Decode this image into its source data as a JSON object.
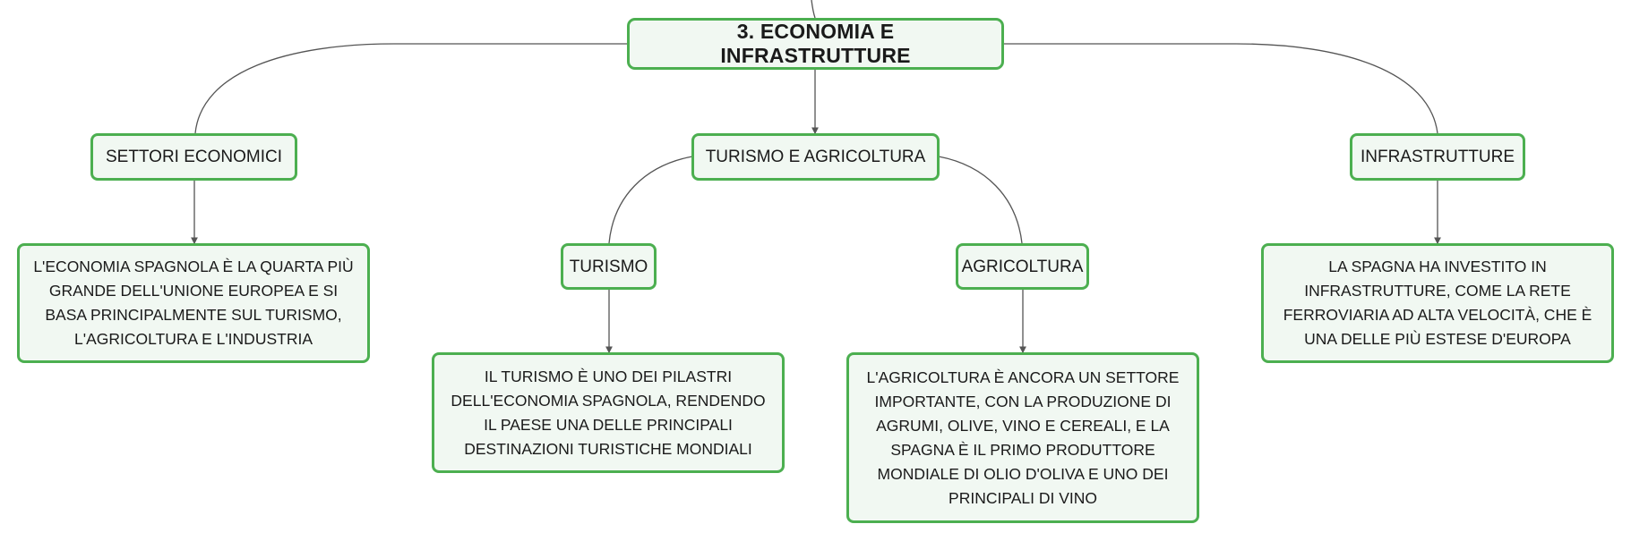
{
  "mindmap": {
    "root": {
      "label": "3. ECONOMIA E INFRASTRUTTURE"
    },
    "branches": [
      {
        "key": "settori",
        "label": "SETTORI ECONOMICI",
        "details": [
          "L'ECONOMIA SPAGNOLA È LA QUARTA PIÙ GRANDE DELL'UNIONE EUROPEA E SI BASA PRINCIPALMENTE SUL TURISMO, L'AGRICOLTURA E L'INDUSTRIA"
        ]
      },
      {
        "key": "turismo-agricoltura",
        "label": "TURISMO E AGRICOLTURA",
        "children": [
          {
            "label": "TURISMO",
            "detail": "IL TURISMO È UNO DEI PILASTRI DELL'ECONOMIA SPAGNOLA, RENDENDO IL PAESE UNA DELLE PRINCIPALI DESTINAZIONI TURISTICHE MONDIALI"
          },
          {
            "label": "AGRICOLTURA",
            "detail": "L'AGRICOLTURA È ANCORA UN SETTORE IMPORTANTE, CON LA PRODUZIONE DI AGRUMI, OLIVE, VINO E CEREALI, E LA SPAGNA È IL PRIMO PRODUTTORE MONDIALE DI OLIO D'OLIVA E UNO DEI PRINCIPALI DI VINO"
          }
        ]
      },
      {
        "key": "infrastrutture",
        "label": "INFRASTRUTTURE",
        "details": [
          "LA SPAGNA HA INVESTITO IN INFRASTRUTTURE, COME LA RETE FERROVIARIA AD ALTA VELOCITÀ, CHE È UNA DELLE PIÙ ESTESE D'EUROPA"
        ]
      }
    ]
  },
  "colors": {
    "node_border": "#4caf50",
    "node_fill": "#f1f8f2",
    "connector": "#555555",
    "text": "#1a1a1a"
  }
}
